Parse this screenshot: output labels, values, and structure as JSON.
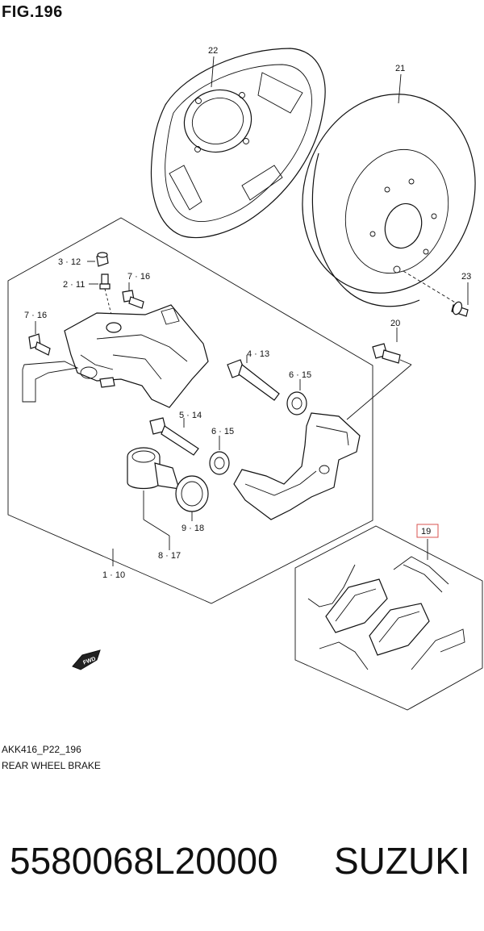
{
  "figure": {
    "title": "FIG.196",
    "code": "AKK416_P22_196",
    "caption": "REAR WHEEL BRAKE"
  },
  "callouts": [
    {
      "id": "22",
      "label": "22"
    },
    {
      "id": "21",
      "label": "21"
    },
    {
      "id": "3-12",
      "label": "3 · 12"
    },
    {
      "id": "2-11",
      "label": "2 · 11"
    },
    {
      "id": "7-16a",
      "label": "7 · 16"
    },
    {
      "id": "7-16b",
      "label": "7 · 16"
    },
    {
      "id": "23",
      "label": "23"
    },
    {
      "id": "20",
      "label": "20"
    },
    {
      "id": "4-13",
      "label": "4 · 13"
    },
    {
      "id": "6-15a",
      "label": "6 · 15"
    },
    {
      "id": "5-14",
      "label": "5 · 14"
    },
    {
      "id": "6-15b",
      "label": "6 · 15"
    },
    {
      "id": "9-18",
      "label": "9 · 18"
    },
    {
      "id": "8-17",
      "label": "8 · 17"
    },
    {
      "id": "1-10",
      "label": "1 · 10"
    },
    {
      "id": "19",
      "label": "19",
      "highlight_color": "#d9534f"
    }
  ],
  "direction_marker": "FWD",
  "product": {
    "part_number": "5580068L20000",
    "brand": "SUZUKI"
  }
}
